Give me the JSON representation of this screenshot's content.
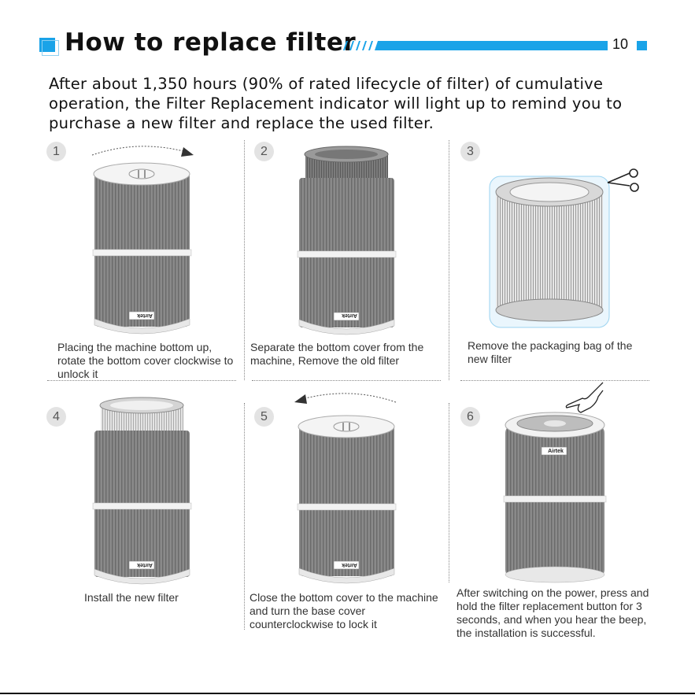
{
  "header": {
    "title": "How to replace filter",
    "page_number": "10",
    "accent_color": "#1aa3e8"
  },
  "intro": "After about 1,350 hours (90% of rated lifecycle of filter) of cumulative operation, the Filter Replacement indicator will light up to remind you to purchase a new filter and replace the used filter.",
  "brand_label": "Airtek",
  "steps": [
    {
      "number": "1",
      "caption": "Placing the machine bottom up, rotate the bottom cover clockwise to unlock it"
    },
    {
      "number": "2",
      "caption": "Separate the bottom cover from the machine, Remove the old filter"
    },
    {
      "number": "3",
      "caption": "Remove the packaging bag of the new filter"
    },
    {
      "number": "4",
      "caption": "Install the new filter"
    },
    {
      "number": "5",
      "caption": "Close the bottom cover to the machine and turn the base cover counterclockwise to lock it"
    },
    {
      "number": "6",
      "caption": "After switching on the power, press and hold the filter replacement button for 3 seconds, and when you hear the beep, the installation is successful."
    }
  ]
}
